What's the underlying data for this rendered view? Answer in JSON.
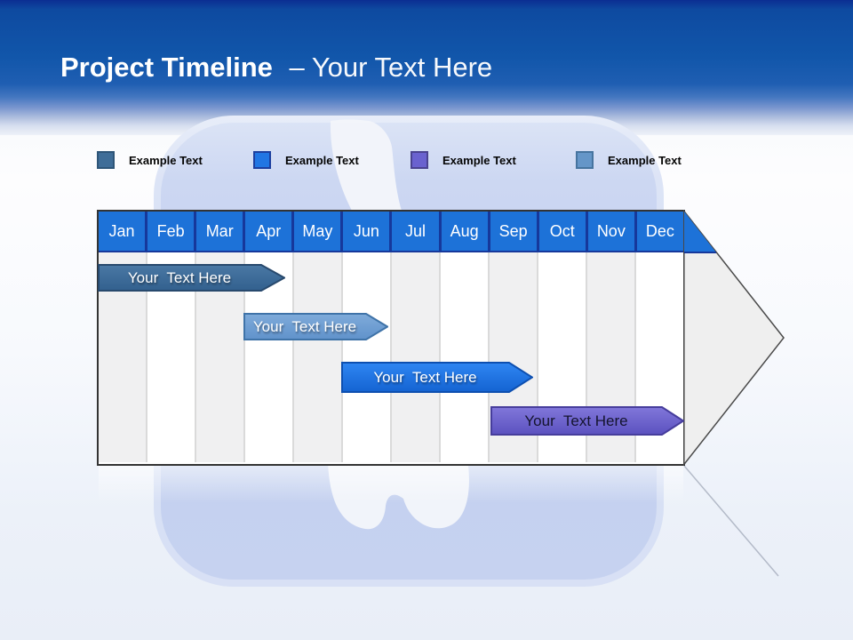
{
  "slide_title": {
    "bold": "Project Timeline",
    "rest": "– Your Text Here",
    "full": "Project Timeline – Your Text Here"
  },
  "legend": {
    "items": [
      {
        "label": "Example Text",
        "color": "#3F6D98",
        "border": "#2E5578"
      },
      {
        "label": "Example Text",
        "color": "#2176E3",
        "border": "#1C3F9F"
      },
      {
        "label": "Example Text",
        "color": "#6A62CF",
        "border": "#4A4390"
      },
      {
        "label": "Example Text",
        "color": "#6596C8",
        "border": "#46749F"
      }
    ]
  },
  "timeline": {
    "months": [
      "Jan",
      "Feb",
      "Mar",
      "Apr",
      "May",
      "Jun",
      "Jul",
      "Aug",
      "Sep",
      "Oct",
      "Nov",
      "Dec"
    ],
    "header_color": "#1D72D8",
    "header_separator_color": "#16389B",
    "stripe_color": "#F0F0F1",
    "bars": [
      {
        "label": "Your  Text Here",
        "color": "#3C6B97",
        "border": "#28496D",
        "text_color": "#FFFFFF",
        "start_month": "Jan",
        "end_month": "Apr"
      },
      {
        "label": "Your  Text Here",
        "color": "#6B9CD2",
        "border": "#3F73A8",
        "text_color": "#FFFFFF",
        "start_month": "Apr",
        "end_month": "Jun"
      },
      {
        "label": "Your  Text Here",
        "color": "#1C76E4",
        "border": "#0D4FB0",
        "text_color": "#FFFFFF",
        "start_month": "Jun",
        "end_month": "Sep"
      },
      {
        "label": "Your  Text Here",
        "color": "#6F66CD",
        "border": "#463D9C",
        "text_color": "#1A1A33",
        "start_month": "Sep",
        "end_month": "Dec"
      }
    ]
  },
  "chart_data": {
    "type": "gantt",
    "title": "Project Timeline – Your Text Here",
    "categories": [
      "Jan",
      "Feb",
      "Mar",
      "Apr",
      "May",
      "Jun",
      "Jul",
      "Aug",
      "Sep",
      "Oct",
      "Nov",
      "Dec"
    ],
    "xlim": [
      0,
      12
    ],
    "grid": "alternating-column-stripes",
    "legend_position": "top",
    "legend_labels": [
      "Example Text",
      "Example Text",
      "Example Text",
      "Example Text"
    ],
    "rows": [
      {
        "label": "Your Text Here",
        "start_index": 0.0,
        "end_index": 3.8,
        "color": "#3C6B97"
      },
      {
        "label": "Your Text Here",
        "start_index": 3.0,
        "end_index": 5.9,
        "color": "#6B9CD2"
      },
      {
        "label": "Your Text Here",
        "start_index": 5.0,
        "end_index": 8.9,
        "color": "#1C76E4"
      },
      {
        "label": "Your Text Here",
        "start_index": 8.0,
        "end_index": 12.0,
        "color": "#6F66CD"
      }
    ]
  }
}
